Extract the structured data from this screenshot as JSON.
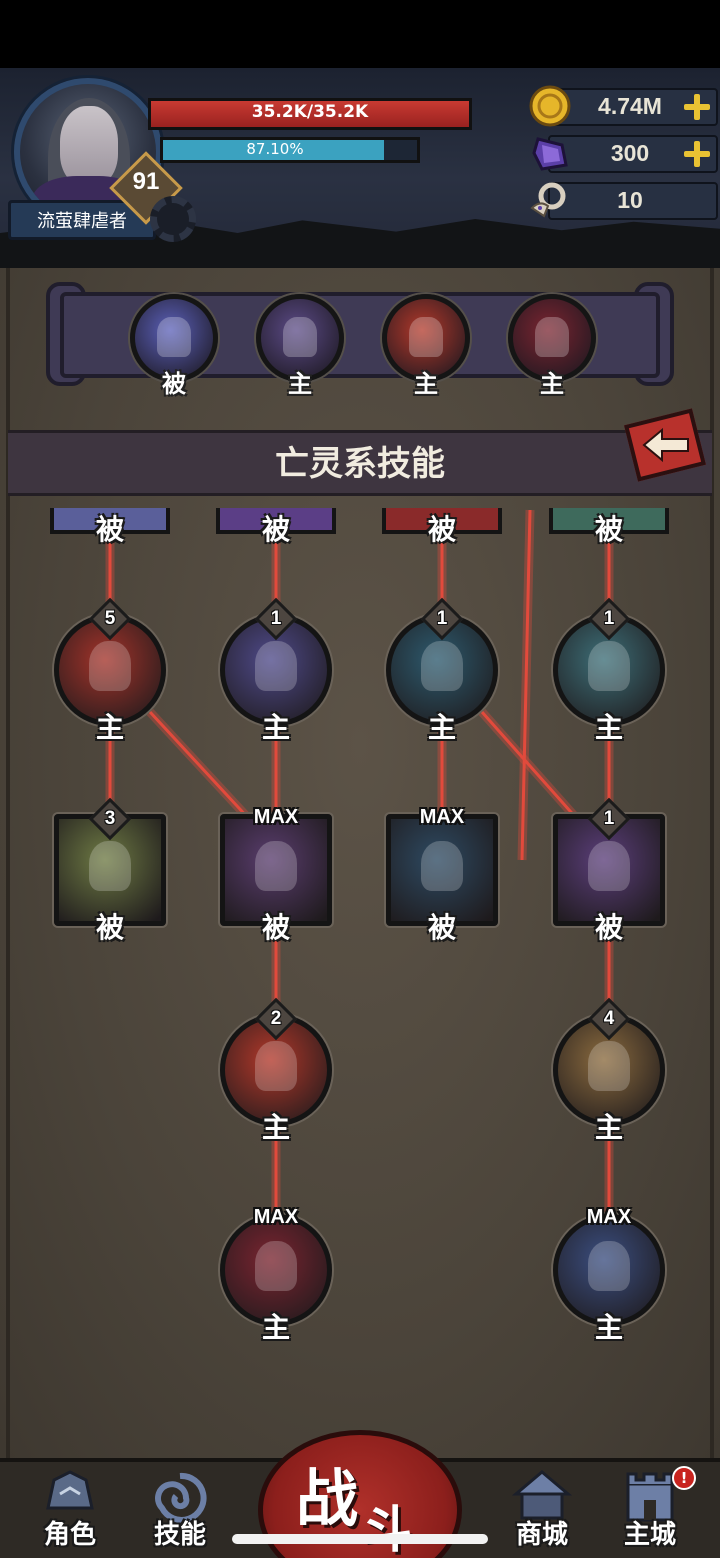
{
  "player": {
    "name": "流萤肆虐者",
    "level": "91",
    "hp_text": "35.2K/35.2K",
    "hp_fraction": 1.0,
    "xp_text": "87.10%",
    "xp_fraction": 0.871
  },
  "resources": {
    "gold": "4.74M",
    "crystals": "300",
    "ram_tokens": "10"
  },
  "equipped_skills": [
    {
      "label": "被",
      "icon": "blue-spear-icon",
      "color": "#5a5fb8"
    },
    {
      "label": "主",
      "icon": "skeleton-icon",
      "color": "#5b4a86"
    },
    {
      "label": "主",
      "icon": "fire-claw-icon",
      "color": "#b2382a"
    },
    {
      "label": "主",
      "icon": "demon-mask-icon",
      "color": "#7a2430"
    }
  ],
  "panel_title": "亡灵系技能",
  "tree": {
    "top_row_labels": [
      "被",
      "被",
      "被",
      "被"
    ],
    "nodes": [
      {
        "id": "blood-splash",
        "shape": "circle",
        "label": "主",
        "level": "5",
        "color": "#a3332a",
        "icon": "blood-splash-icon"
      },
      {
        "id": "screaming-head",
        "shape": "circle",
        "label": "主",
        "level": "1",
        "color": "#4f4a8a",
        "icon": "screaming-head-icon"
      },
      {
        "id": "shadow-rift",
        "shape": "circle",
        "label": "主",
        "level": "1",
        "color": "#2d5a6e",
        "icon": "shadow-rift-icon"
      },
      {
        "id": "skull-scythe",
        "shape": "circle",
        "label": "主",
        "level": "1",
        "color": "#3d6e77",
        "icon": "scythe-skull-icon"
      },
      {
        "id": "bleeding-skull",
        "shape": "square",
        "label": "被",
        "level": "3",
        "color": "#6e7a44",
        "icon": "bleeding-skull-icon"
      },
      {
        "id": "flaming-skull",
        "shape": "square",
        "label": "被",
        "level": "MAX",
        "color": "#5a3d6e",
        "icon": "flaming-skull-icon"
      },
      {
        "id": "soul-shard",
        "shape": "square",
        "label": "被",
        "level": "MAX",
        "color": "#2e4a62",
        "icon": "soul-shard-icon"
      },
      {
        "id": "spectral-blade",
        "shape": "square",
        "label": "被",
        "level": "1",
        "color": "#5b3e7a",
        "icon": "spectral-blade-icon"
      },
      {
        "id": "fire-claw",
        "shape": "circle",
        "label": "主",
        "level": "2",
        "color": "#b2382a",
        "icon": "fire-claw-icon"
      },
      {
        "id": "ghost-wind",
        "shape": "circle",
        "label": "主",
        "level": "4",
        "color": "#8a6a3e",
        "icon": "ghost-wind-icon"
      },
      {
        "id": "demon-mask",
        "shape": "circle",
        "label": "主",
        "level": "MAX",
        "color": "#7a2430",
        "icon": "demon-mask-icon"
      },
      {
        "id": "necromancer-staff",
        "shape": "circle",
        "label": "主",
        "level": "MAX",
        "color": "#3b4e80",
        "icon": "necromancer-staff-icon"
      }
    ]
  },
  "nav": {
    "character": "角色",
    "skills": "技能",
    "battle_1": "战",
    "battle_2": "斗",
    "shop": "商城",
    "main_city": "主城",
    "alert": "!"
  },
  "colors": {
    "hp": "#c83a32",
    "xp": "#3ba2c0",
    "gold": "#e9c233",
    "link": "#e24a3c"
  }
}
